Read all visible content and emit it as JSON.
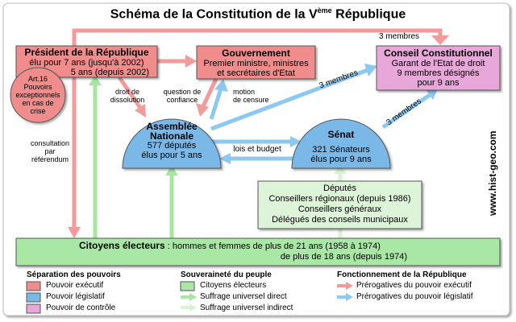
{
  "title_main": "Schéma de la Constitution de la V",
  "title_sup": "ème",
  "title_end": " République",
  "president": {
    "title": "Président de la République",
    "line1": "élu pour 7 ans (jusqu'à 2002)",
    "line2": "5 ans (depuis 2002)",
    "art_lines": [
      "Art.16",
      "Pouvoirs",
      "exceptionnels",
      "en cas de",
      "crise"
    ]
  },
  "gouvernement": {
    "title": "Gouvernement",
    "line1": "Premier ministre, ministres",
    "line2": "et secrétaires d'Etat"
  },
  "conseil": {
    "title": "Conseil Constitutionnel",
    "line1": "Garant de l'Etat de droit",
    "line2": "9 membres désignés",
    "line3": "pour 9 ans"
  },
  "assemblee": {
    "title1": "Assemblée",
    "title2": "Nationale",
    "line1": "577 députés",
    "line2": "élus pour 5 ans"
  },
  "senat": {
    "title": "Sénat",
    "line1": "321 Sénateurs",
    "line2": "élus pour 9 ans"
  },
  "grands_electeurs": [
    "Députés",
    "Conseillers régionaux (depuis 1986)",
    "Conseillers généraux",
    "Délégués des conseils municipaux"
  ],
  "citoyens": {
    "title": "Citoyens électeurs",
    "sep": " : ",
    "line1": "hommes et femmes de plus de 21 ans (1958 à 1974)",
    "line2": "de plus de 18 ans (depuis 1974)"
  },
  "arrow_labels": {
    "membres_top": "3 membres",
    "membres_an": "3 membres",
    "membres_senat": "3 membres",
    "dissolution": [
      "droit de",
      "dissolution"
    ],
    "confiance": [
      "question de",
      "confiance"
    ],
    "censure": [
      "motion",
      "de censure"
    ],
    "lois_budget": "lois et budget",
    "referendum": [
      "consultation",
      "par",
      "référendum"
    ]
  },
  "watermark": "www.hist-geo.com",
  "legend": {
    "separation": {
      "title": "Séparation des pouvoirs",
      "items": [
        {
          "label": "Pouvoir exécutif",
          "color": "#f08c8c"
        },
        {
          "label": "Pouvoir législatif",
          "color": "#7ab8e8"
        },
        {
          "label": "Pouvoir de contrôle",
          "color": "#e7a7d8"
        }
      ]
    },
    "souverainete": {
      "title": "Souveraineté du peuple",
      "items": [
        {
          "label": "Citoyens électeurs",
          "kind": "box",
          "color": "#a9e7a5"
        },
        {
          "label": "Suffrage universel direct",
          "kind": "arrow",
          "color": "#a6e7a0"
        },
        {
          "label": "Suffrage universel indirect",
          "kind": "arrow",
          "color": "#d6f5d2"
        }
      ]
    },
    "fonctionnement": {
      "title": "Fonctionnement de la République",
      "items": [
        {
          "label": "Prérogatives du pouvoir exécutif",
          "color": "#f39a9a"
        },
        {
          "label": "Prérogatives du pouvoir législatif",
          "color": "#8cc8f0"
        }
      ]
    }
  },
  "colors": {
    "exec_box": "#f08c8c",
    "leg_box": "#7ab8e8",
    "citizens_box": "#a9e7a5",
    "grands_box": "#ddf4d9",
    "exec_arrow": "#f39a9a",
    "leg_arrow": "#8cc8f0",
    "direct_arrow": "#a6e7a0",
    "indirect_arrow": "#d6f5d2"
  }
}
